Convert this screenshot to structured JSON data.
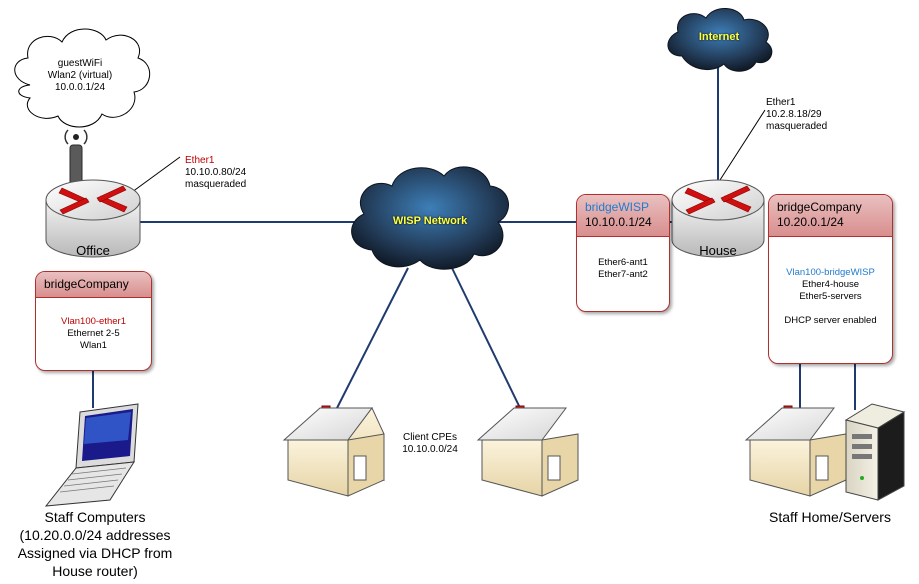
{
  "guestwifi": {
    "line1": "guestWiFi",
    "line2": "Wlan2 (virtual)",
    "line3": "10.0.0.1/24"
  },
  "office": {
    "router_label": "Office"
  },
  "office_ether": {
    "iface": "Ether1",
    "ip": "10.10.0.80/24",
    "nat": "masqueraded"
  },
  "office_bridge": {
    "title": "bridgeCompany",
    "port1": "Vlan100-ether1",
    "port2": "Ethernet 2-5",
    "port3": "Wlan1"
  },
  "wisp_cloud": {
    "label": "WISP Network"
  },
  "internet_cloud": {
    "label": "Internet"
  },
  "house_ether": {
    "iface": "Ether1",
    "ip": "10.2.8.18/29",
    "nat": "masqueraded"
  },
  "house": {
    "router_label": "House"
  },
  "wisp_bridge": {
    "title": "bridgeWISP",
    "ip": "10.10.0.1/24",
    "port1": "Ether6-ant1",
    "port2": "Ether7-ant2"
  },
  "house_bridge": {
    "title": "bridgeCompany",
    "ip": "10.20.0.1/24",
    "port1": "Vlan100-bridgeWISP",
    "port2": "Ether4-house",
    "port3": "Ether5-servers",
    "dhcp": "DHCP server enabled"
  },
  "cpe": {
    "line1": "Client CPEs",
    "line2": "10.10.0.0/24"
  },
  "staff_computers": {
    "line1": "Staff Computers",
    "line2": "(10.20.0.0/24 addresses",
    "line3": "Assigned via DHCP from",
    "line4": "House router)"
  },
  "staff_home": {
    "label": "Staff Home/Servers"
  },
  "colors": {
    "link": "#1f3a6e",
    "accent_red": "#c00000",
    "accent_blue": "#1f7bd0",
    "bridge_header": "#d98e8e"
  }
}
